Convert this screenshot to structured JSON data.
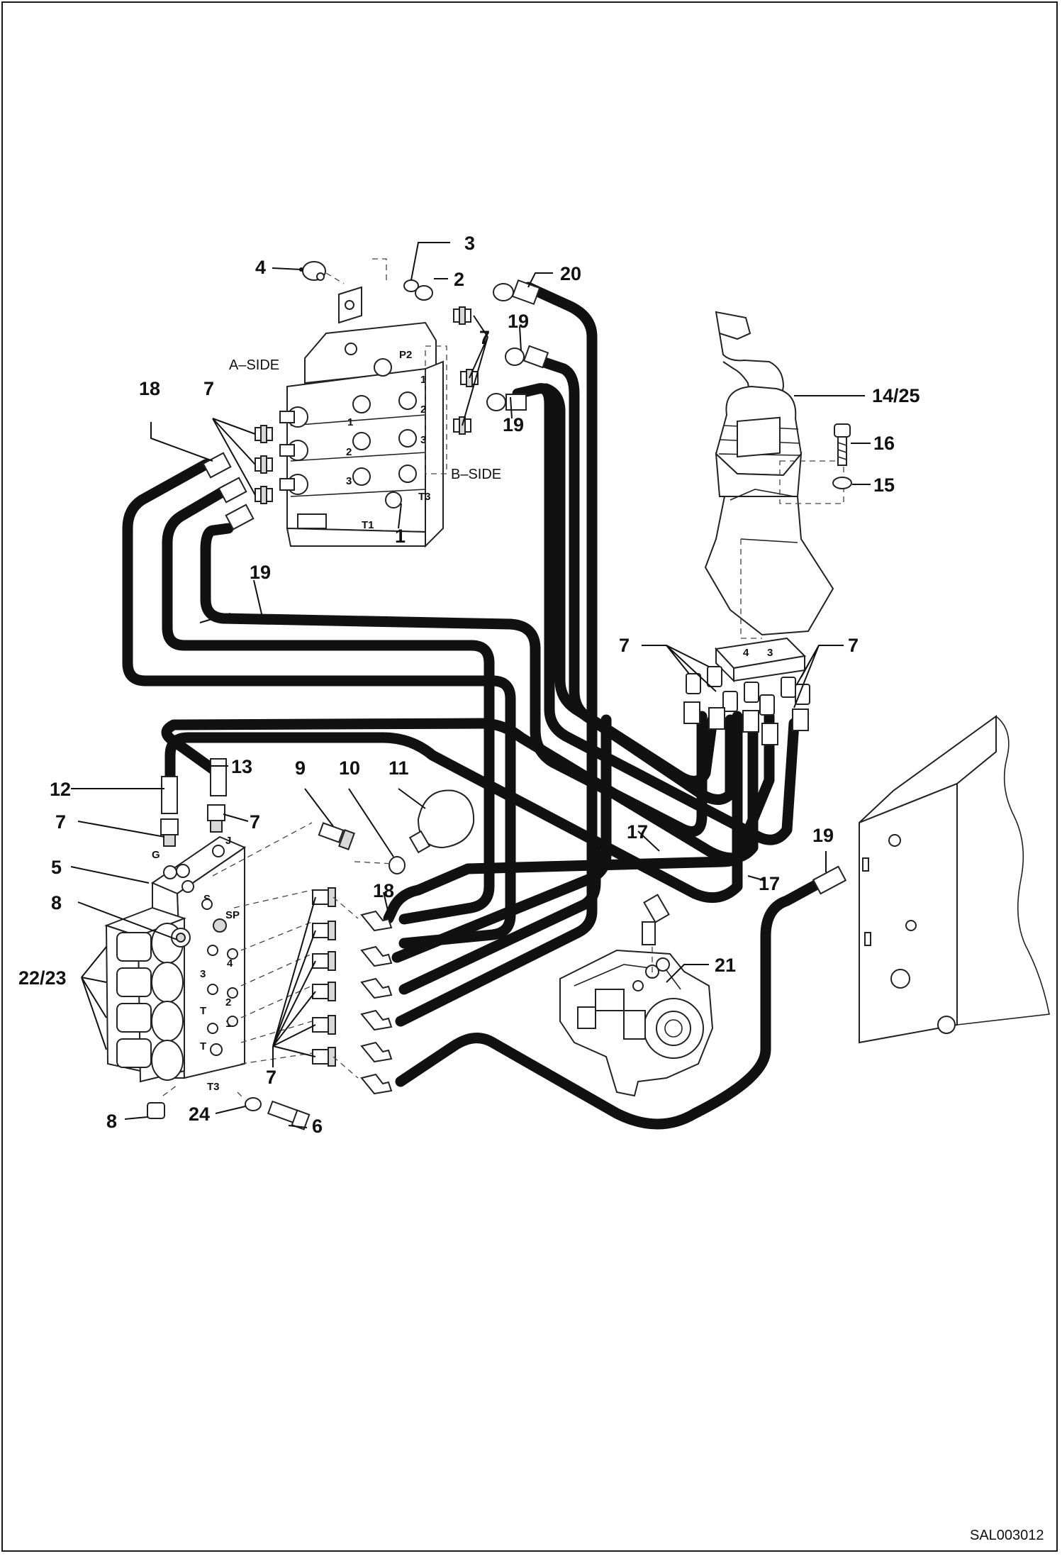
{
  "diagram": {
    "doc_id": "SAL003012",
    "side_labels": {
      "a_side": "A–SIDE",
      "b_side": "B–SIDE"
    },
    "valve_markings": {
      "p2": "P2",
      "t1": "T1",
      "t3_top": "T3",
      "g": "G",
      "j": "J",
      "s": "S",
      "sp": "SP",
      "t3_bottom": "T3",
      "row_1": "1",
      "row_2": "2",
      "row_3": "3",
      "row_4": "4",
      "row_t": "T"
    },
    "callouts": {
      "c1": "1",
      "c2": "2",
      "c3": "3",
      "c4": "4",
      "c5": "5",
      "c6": "6",
      "c7": "7",
      "c8": "8",
      "c9": "9",
      "c10": "10",
      "c11": "11",
      "c12": "12",
      "c13": "13",
      "c14_25": "14/25",
      "c15": "15",
      "c16": "16",
      "c17": "17",
      "c18": "18",
      "c19": "19",
      "c20": "20",
      "c21": "21",
      "c22_23": "22/23",
      "c24": "24"
    }
  }
}
